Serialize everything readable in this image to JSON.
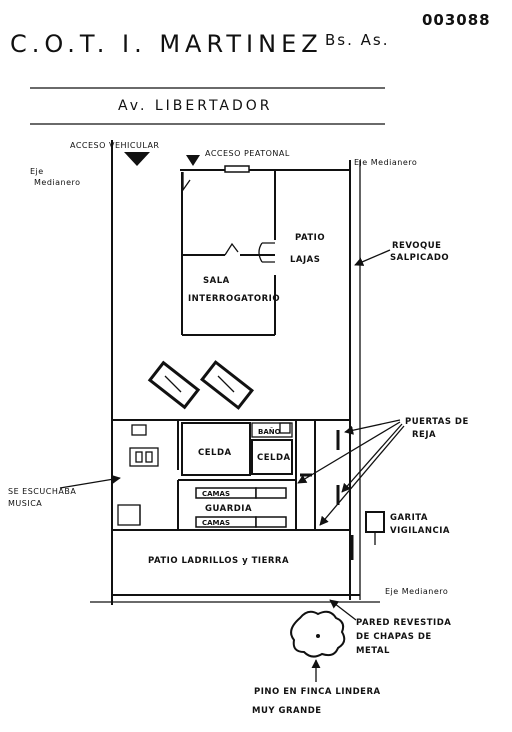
{
  "header": {
    "title": "C.O.T. I.  MARTINEZ",
    "location": "Bs. As.",
    "doc_number": "003088"
  },
  "street": "Av. LIBERTADOR",
  "labels": {
    "acceso_vehicular": "ACCESO VEHICULAR",
    "acceso_peatonal": "ACCESO PEATONAL",
    "eje_medianero_left_1": "Eje",
    "eje_medianero_left_2": "Medianero",
    "eje_medianero_right": "Eje Medianero",
    "eje_medianero_bottom": "Eje Medianero",
    "patio_lajas_1": "PATIO",
    "patio_lajas_2": "LAJAS",
    "revoque_1": "REVOQUE",
    "revoque_2": "SALPICADO",
    "sala_1": "SALA",
    "sala_2": "INTERROGATORIO",
    "puertas_1": "PUERTAS DE",
    "puertas_2": "REJA",
    "se_escuchaba_1": "SE ESCUCHABA",
    "se_escuchaba_2": "MUSICA",
    "celda": "CELDA",
    "bano": "BAÑO",
    "celda_small": "CELDA",
    "camas_top": "CAMAS",
    "guardia": "GUARDIA",
    "camas_bottom": "CAMAS",
    "garita_1": "GARITA",
    "garita_2": "VIGILANCIA",
    "patio_ladrillos": "PATIO LADRILLOS y TIERRA",
    "pared_1": "PARED REVESTIDA",
    "pared_2": "DE CHAPAS DE",
    "pared_3": "METAL",
    "pino_1": "PINO EN FINCA LINDERA",
    "pino_2": "MUY GRANDE"
  }
}
